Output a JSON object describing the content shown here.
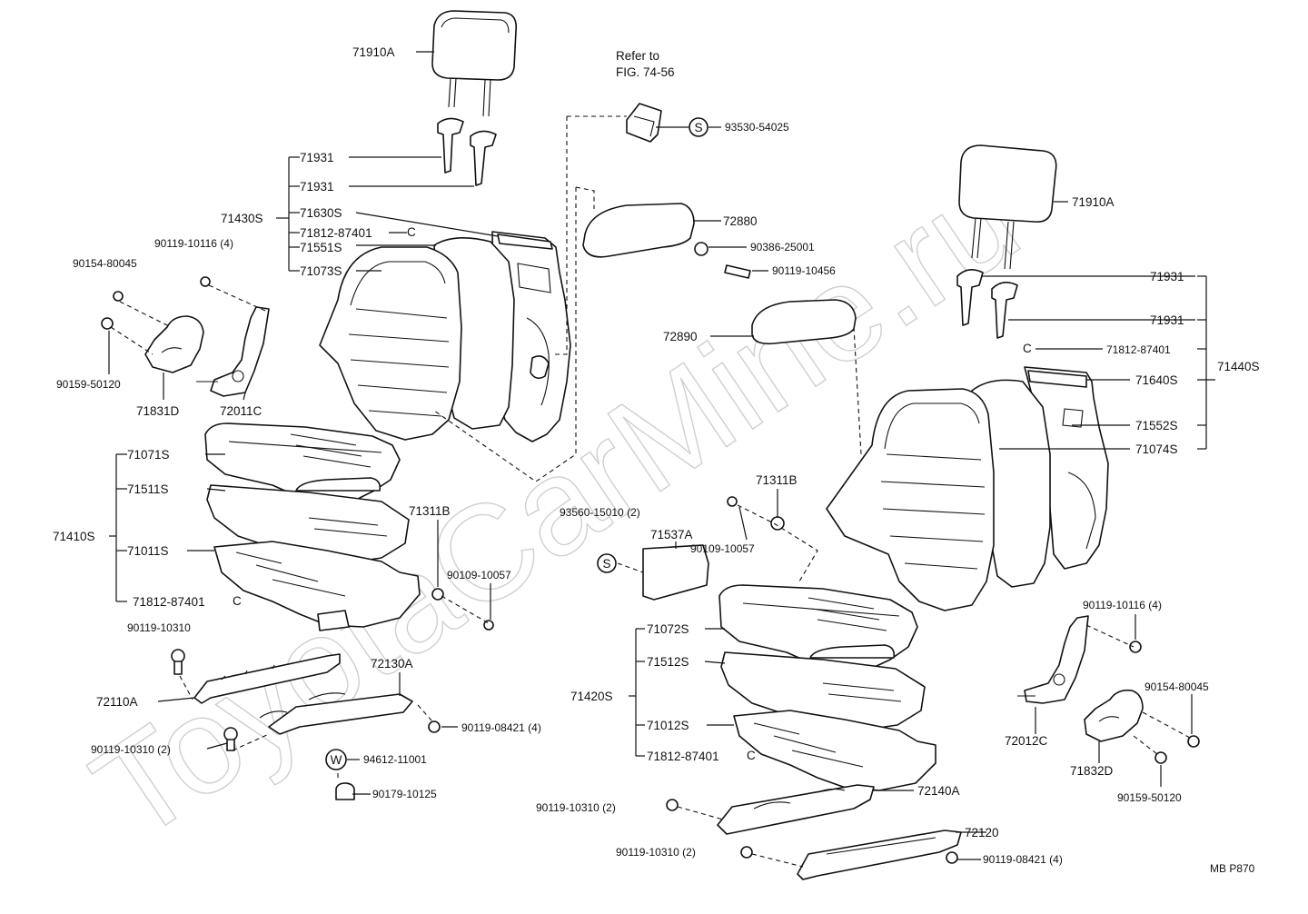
{
  "watermark": "ToyotaCarMine.ru",
  "refer": {
    "line1": "Refer to",
    "line2": "FIG. 74-56"
  },
  "diagram_code": "MB P870",
  "symbols": {
    "s": "S",
    "w": "W",
    "clip": "C"
  },
  "left_seat": {
    "headrest": "71910A",
    "group_back": "71430S",
    "back_items": [
      "71931",
      "71931",
      "71630S",
      "71812-87401",
      "71551S",
      "71073S"
    ],
    "bolt_hinge": "90119-10116 (4)",
    "bolt_cover": "90154-80045",
    "screw_cover": "90159-50120",
    "cover": "71831D",
    "hinge": "72011C",
    "group_cushion": "71410S",
    "cushion_items": [
      "71071S",
      "71511S",
      "71011S",
      "71812-87401"
    ],
    "nut": "71311B",
    "bolt_nut": "90109-10057",
    "bolt_track": "90119-10310",
    "track_a": "72110A",
    "track_b": "72130A",
    "bolt_track_4": "90119-08421 (4)",
    "bolt_track_2": "90119-10310 (2)",
    "washer": "94612-11001",
    "nut_bottom": "90179-10125"
  },
  "center": {
    "switch_screw": "93530-54025",
    "armrest_a": "72880",
    "nut_arm": "90386-25001",
    "bolt_arm": "90119-10456",
    "armrest_b": "72890",
    "screw_2": "93560-15010 (2)",
    "panel": "71537A",
    "nut": "71311B",
    "bolt": "90109-10057"
  },
  "right_seat": {
    "headrest": "71910A",
    "group_back": "71440S",
    "back_items": [
      "71931",
      "71931",
      "71812-87401",
      "71640S",
      "71552S",
      "71074S"
    ],
    "group_cushion": "71420S",
    "cushion_items": [
      "71072S",
      "71512S",
      "71012S",
      "71812-87401"
    ],
    "bolt_hinge": "90119-10116 (4)",
    "bolt_cover": "90154-80045",
    "screw_cover": "90159-50120",
    "hinge": "72012C",
    "cover": "71832D",
    "track_a": "72140A",
    "track_b": "72120",
    "bolt_track_2a": "90119-10310 (2)",
    "bolt_track_2b": "90119-10310 (2)",
    "bolt_track_4": "90119-08421 (4)"
  }
}
